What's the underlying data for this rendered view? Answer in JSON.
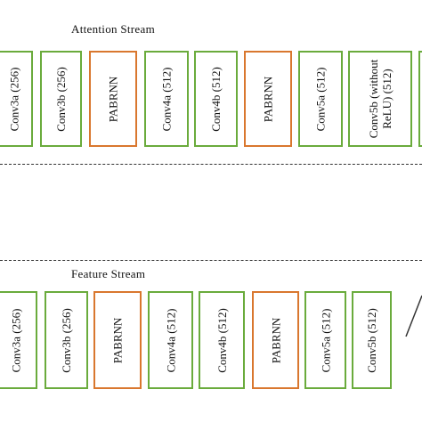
{
  "attention_stream": {
    "title": "Attention Stream",
    "blocks": [
      {
        "label": "Conv3a (256)",
        "kind": "conv"
      },
      {
        "label": "Conv3b (256)",
        "kind": "conv"
      },
      {
        "label": "PABRNN",
        "kind": "rnn"
      },
      {
        "label": "Conv4a (512)",
        "kind": "conv"
      },
      {
        "label": "Conv4b (512)",
        "kind": "conv"
      },
      {
        "label": "PABRNN",
        "kind": "rnn"
      },
      {
        "label": "Conv5a (512)",
        "kind": "conv"
      },
      {
        "label": "Conv5b (without\nReLU) (512)",
        "kind": "conv"
      },
      {
        "label": "",
        "kind": "conv"
      }
    ]
  },
  "feature_stream": {
    "title": "Feature Stream",
    "blocks": [
      {
        "label": "Conv3a (256)",
        "kind": "conv"
      },
      {
        "label": "Conv3b (256)",
        "kind": "conv"
      },
      {
        "label": "PABRNN",
        "kind": "rnn"
      },
      {
        "label": "Conv4a (512)",
        "kind": "conv"
      },
      {
        "label": "Conv4b (512)",
        "kind": "conv"
      },
      {
        "label": "PABRNN",
        "kind": "rnn"
      },
      {
        "label": "Conv5a (512)",
        "kind": "conv"
      },
      {
        "label": "Conv5b (512)",
        "kind": "conv"
      }
    ]
  },
  "colors": {
    "conv_border": "#6aab3c",
    "rnn_border": "#d9772e",
    "divider": "#333333"
  }
}
